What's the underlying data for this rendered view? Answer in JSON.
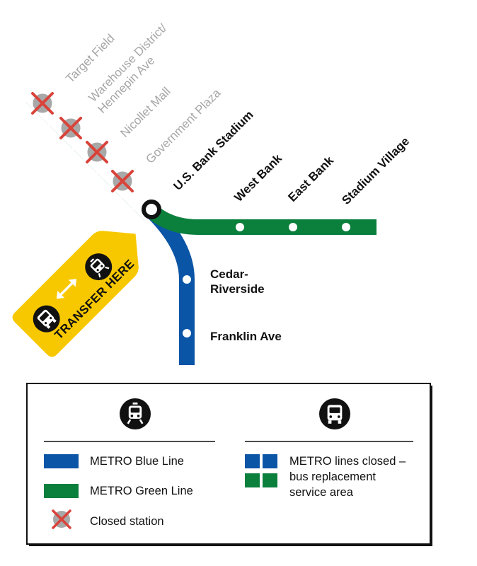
{
  "colors": {
    "blue_line": "#0b55a6",
    "green_line": "#0b7f3c",
    "transfer_yellow": "#f7c800",
    "closed_x": "#d9433a",
    "closed_station_fill": "#a8a8a8",
    "closed_label": "#a6a6a6",
    "open_label": "#111111"
  },
  "closed_stations": [
    {
      "name": "Target Field",
      "label": "Target Field"
    },
    {
      "name": "Warehouse District/Hennepin Ave",
      "label_line1": "Warehouse District/",
      "label_line2": "Hennepin Ave"
    },
    {
      "name": "Nicollet Mall",
      "label": "Nicollet Mall"
    },
    {
      "name": "Government Plaza",
      "label": "Government Plaza"
    }
  ],
  "transfer_station": {
    "label": "U.S. Bank Stadium"
  },
  "green_stations": [
    {
      "label": "West Bank"
    },
    {
      "label": "East Bank"
    },
    {
      "label": "Stadium Village"
    }
  ],
  "blue_stations": [
    {
      "label_line1": "Cedar-",
      "label_line2": "Riverside"
    },
    {
      "label": "Franklin Ave"
    }
  ],
  "transfer_sign": {
    "text": "TRANSFER HERE",
    "icons": [
      "train-icon",
      "bus-icon",
      "double-arrow-icon"
    ]
  },
  "legend": {
    "columns": [
      {
        "header_icon": "train-icon"
      },
      {
        "header_icon": "bus-icon"
      }
    ],
    "items": [
      {
        "swatch": "blue",
        "label": "METRO Blue Line"
      },
      {
        "swatch": "green",
        "label": "METRO Green Line"
      },
      {
        "swatch": "closed-station-icon",
        "label": "Closed station"
      },
      {
        "swatch": "checker",
        "label_line1": "METRO lines closed –",
        "label_line2": "bus replacement",
        "label_line3": "service area"
      }
    ]
  }
}
